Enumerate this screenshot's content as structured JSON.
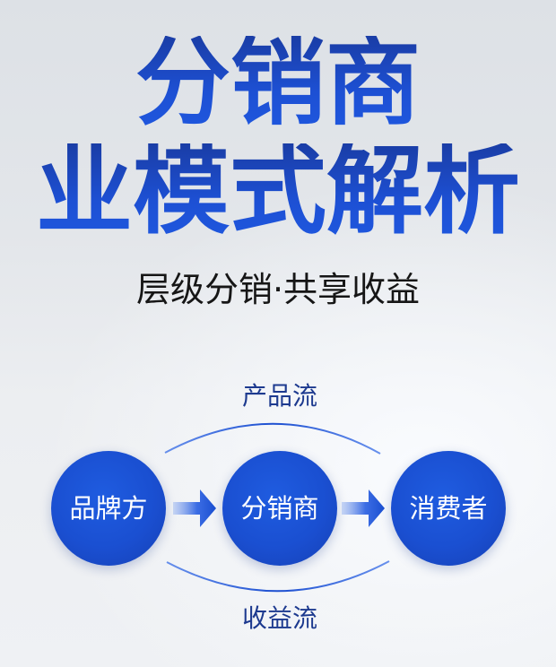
{
  "title": {
    "line1": "分销商",
    "line2": "业模式解析"
  },
  "subtitle": "层级分销·共享收益",
  "diagram": {
    "top_flow_label": "产品流",
    "bottom_flow_label": "收益流",
    "nodes": [
      {
        "label": "品牌方"
      },
      {
        "label": "分销商"
      },
      {
        "label": "消费者"
      }
    ],
    "arrows": [
      "arrow-right-icon",
      "arrow-right-icon"
    ]
  },
  "colors": {
    "title_blue": "#1c4bcc",
    "node_blue": "#1a4fd1",
    "label_navy": "#1d3a8f",
    "subtitle_black": "#161616",
    "background": "#e3e6ea"
  }
}
